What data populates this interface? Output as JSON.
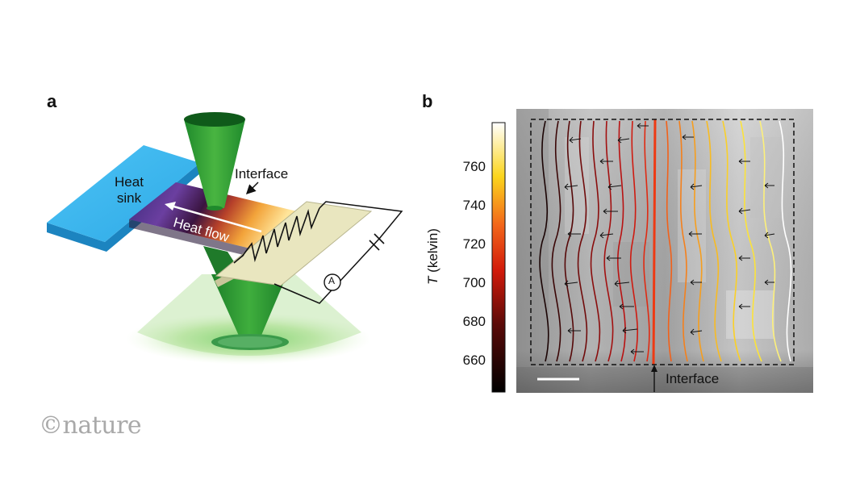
{
  "panel_a": {
    "label": "a",
    "heat_sink_label_line1": "Heat",
    "heat_sink_label_line2": "sink",
    "interface_label": "Interface",
    "heat_flow_label": "Heat flow",
    "ammeter_label": "A"
  },
  "panel_b": {
    "label": "b",
    "interface_label": "Interface",
    "colorbar": {
      "axis_label_italic": "T",
      "axis_label_rest": " (kelvin)",
      "ticks": [
        "760",
        "740",
        "720",
        "700",
        "680",
        "660"
      ]
    }
  },
  "branding": {
    "logo": "©nature"
  },
  "colors": {
    "heat_sink": "#38b6ef",
    "beam": "#2f9a3a",
    "electrode": "#e9e6bf",
    "contour_hot": "#fff176",
    "contour_cold": "#3a0a0a"
  },
  "icons": [
    "heat-flow-arrow-icon",
    "interface-pointer-arrow-icon",
    "resistor-zigzag-icon",
    "battery-symbol-icon",
    "ammeter-icon",
    "scale-bar-icon"
  ]
}
